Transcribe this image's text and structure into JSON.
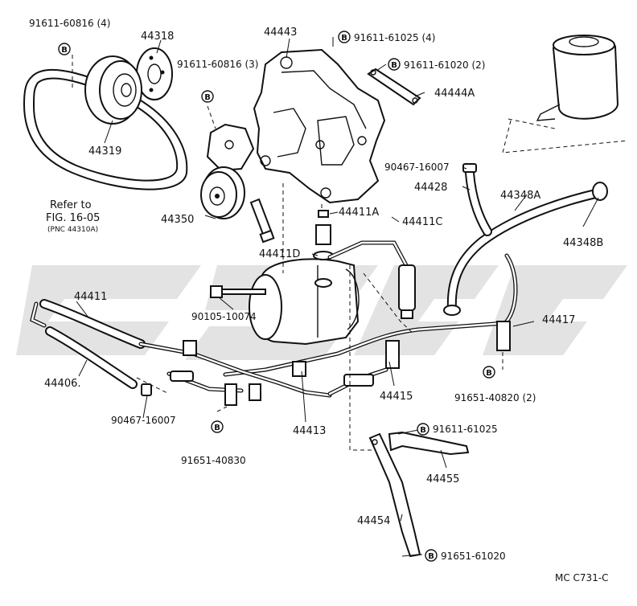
{
  "diagram_code": "MC  C731-C",
  "bolt_symbol": "B",
  "parts": {
    "p44318": "44318",
    "p44319": "44319",
    "p44443": "44443",
    "p44444A": "44444A",
    "p44350": "44350",
    "p44411A": "44411A",
    "p44411C": "44411C",
    "p44411D": "44411D",
    "p44428": "44428",
    "p44348A": "44348A",
    "p44348B": "44348B",
    "p44411": "44411",
    "p44406": "44406.",
    "p44417": "44417",
    "p44415": "44415",
    "p44413": "44413",
    "p44455": "44455",
    "p44454": "44454"
  },
  "fasteners": {
    "b_91611_60816_4": "91611-60816 (4)",
    "b_91611_61025_4": "91611-61025 (4)",
    "b_91611_61020_2": "91611-61020 (2)",
    "b_91611_60816_3": "91611-60816 (3)",
    "b_90467_16007_top": "90467-16007",
    "b_90105_10074": "90105-10074",
    "b_90467_16007_bottom": "90467-16007",
    "b_91651_40830": "91651-40830",
    "b_91651_40820_2": "91651-40820 (2)",
    "b_91611_61025": "91611-61025",
    "b_91651_61020": "91651-61020"
  },
  "reference": {
    "line1": "Refer to",
    "line2": "FIG. 16-05",
    "line3": "(PNC 44310A)"
  }
}
